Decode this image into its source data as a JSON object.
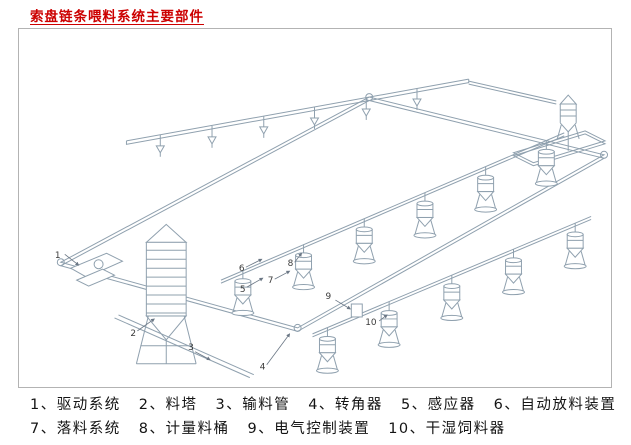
{
  "page": {
    "title": "索盘链条喂料系统主要部件"
  },
  "diagram": {
    "description": "isometric line drawing of a disc-chain feeding system",
    "callouts": [
      "1",
      "2",
      "3",
      "4",
      "5",
      "6",
      "7",
      "8",
      "9",
      "10"
    ]
  },
  "legend": {
    "rows": [
      {
        "items": [
          "1、驱动系统",
          "2、料塔",
          "3、输料管",
          "4、转角器",
          "5、感应器",
          "6、自动放料装置"
        ]
      },
      {
        "items": [
          "7、落料系统",
          "8、计量料桶",
          "9、电气控制装置",
          "10、干湿饲料器"
        ]
      }
    ]
  },
  "colors": {
    "title": "#cc0000",
    "line_art": "#8fa0ae",
    "text": "#141414",
    "figure_border": "#b3b3b3"
  }
}
